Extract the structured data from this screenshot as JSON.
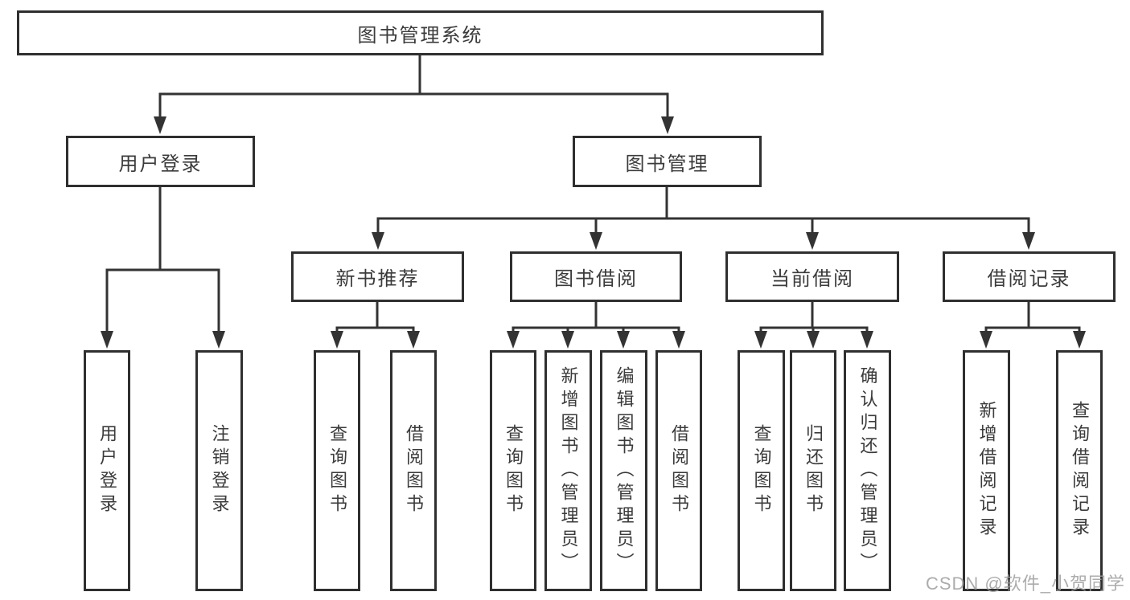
{
  "tree": {
    "root": {
      "label": "图书管理系统",
      "children": [
        {
          "label": "用户登录",
          "children": [
            {
              "label": "用户登录"
            },
            {
              "label": "注销登录"
            }
          ]
        },
        {
          "label": "图书管理",
          "children": [
            {
              "label": "新书推荐",
              "children": [
                {
                  "label": "查询图书"
                },
                {
                  "label": "借阅图书"
                }
              ]
            },
            {
              "label": "图书借阅",
              "children": [
                {
                  "label": "查询图书"
                },
                {
                  "label": "新增图书（管理员）"
                },
                {
                  "label": "编辑图书（管理员）"
                },
                {
                  "label": "借阅图书"
                }
              ]
            },
            {
              "label": "当前借阅",
              "children": [
                {
                  "label": "查询图书"
                },
                {
                  "label": "归还图书"
                },
                {
                  "label": "确认归还（管理员）"
                }
              ]
            },
            {
              "label": "借阅记录",
              "children": [
                {
                  "label": "新增借阅记录"
                },
                {
                  "label": "查询借阅记录"
                }
              ]
            }
          ]
        }
      ]
    }
  },
  "watermark": {
    "text": "CSDN @软件_小贺同学"
  },
  "colors": {
    "line": "#333333",
    "border": "#2f2f2f",
    "text": "#3b3b3b",
    "watermark": "#9e9e9e",
    "background": "#ffffff"
  }
}
